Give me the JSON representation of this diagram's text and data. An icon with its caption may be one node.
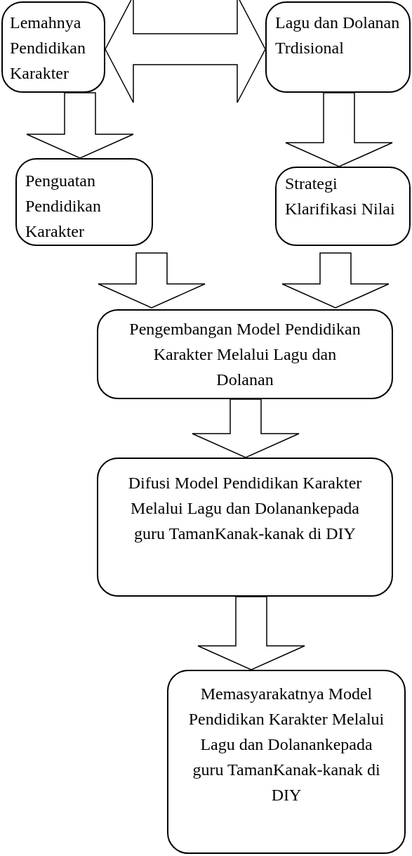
{
  "diagram": {
    "nodes": [
      {
        "text": [
          "Lemahnya Pendidikan Karakter"
        ]
      },
      {
        "text": [
          "Lagu dan Dolanan Trdisional"
        ]
      },
      {
        "text": [
          "Penguatan Pendidikan Karakter"
        ]
      },
      {
        "text": [
          "Strategi Klarifikasi Nilai"
        ]
      },
      {
        "text": [
          "Pengembangan Model Pendidikan Karakter Melalui Lagu dan Dolanan"
        ]
      },
      {
        "text": [
          "Difusi Model Pendidikan Karakter Melalui Lagu dan Dolanankepada guru TamanKanak-kanak di DIY"
        ]
      },
      {
        "text": [
          "Memasyarakatnya Model Pendidikan Karakter Melalui Lagu dan Dolanankepada guru TamanKanak-kanak di DIY"
        ]
      }
    ],
    "edges": [
      {
        "from": 0,
        "to": 1,
        "arrow": "both"
      },
      {
        "from": 0,
        "to": 2,
        "arrow": "to"
      },
      {
        "from": 1,
        "to": 3,
        "arrow": "to"
      },
      {
        "from": 2,
        "to": 4,
        "arrow": "to"
      },
      {
        "from": 3,
        "to": 4,
        "arrow": "to"
      },
      {
        "from": 4,
        "to": 5,
        "arrow": "to"
      },
      {
        "from": 5,
        "to": 6,
        "arrow": "to"
      }
    ]
  }
}
